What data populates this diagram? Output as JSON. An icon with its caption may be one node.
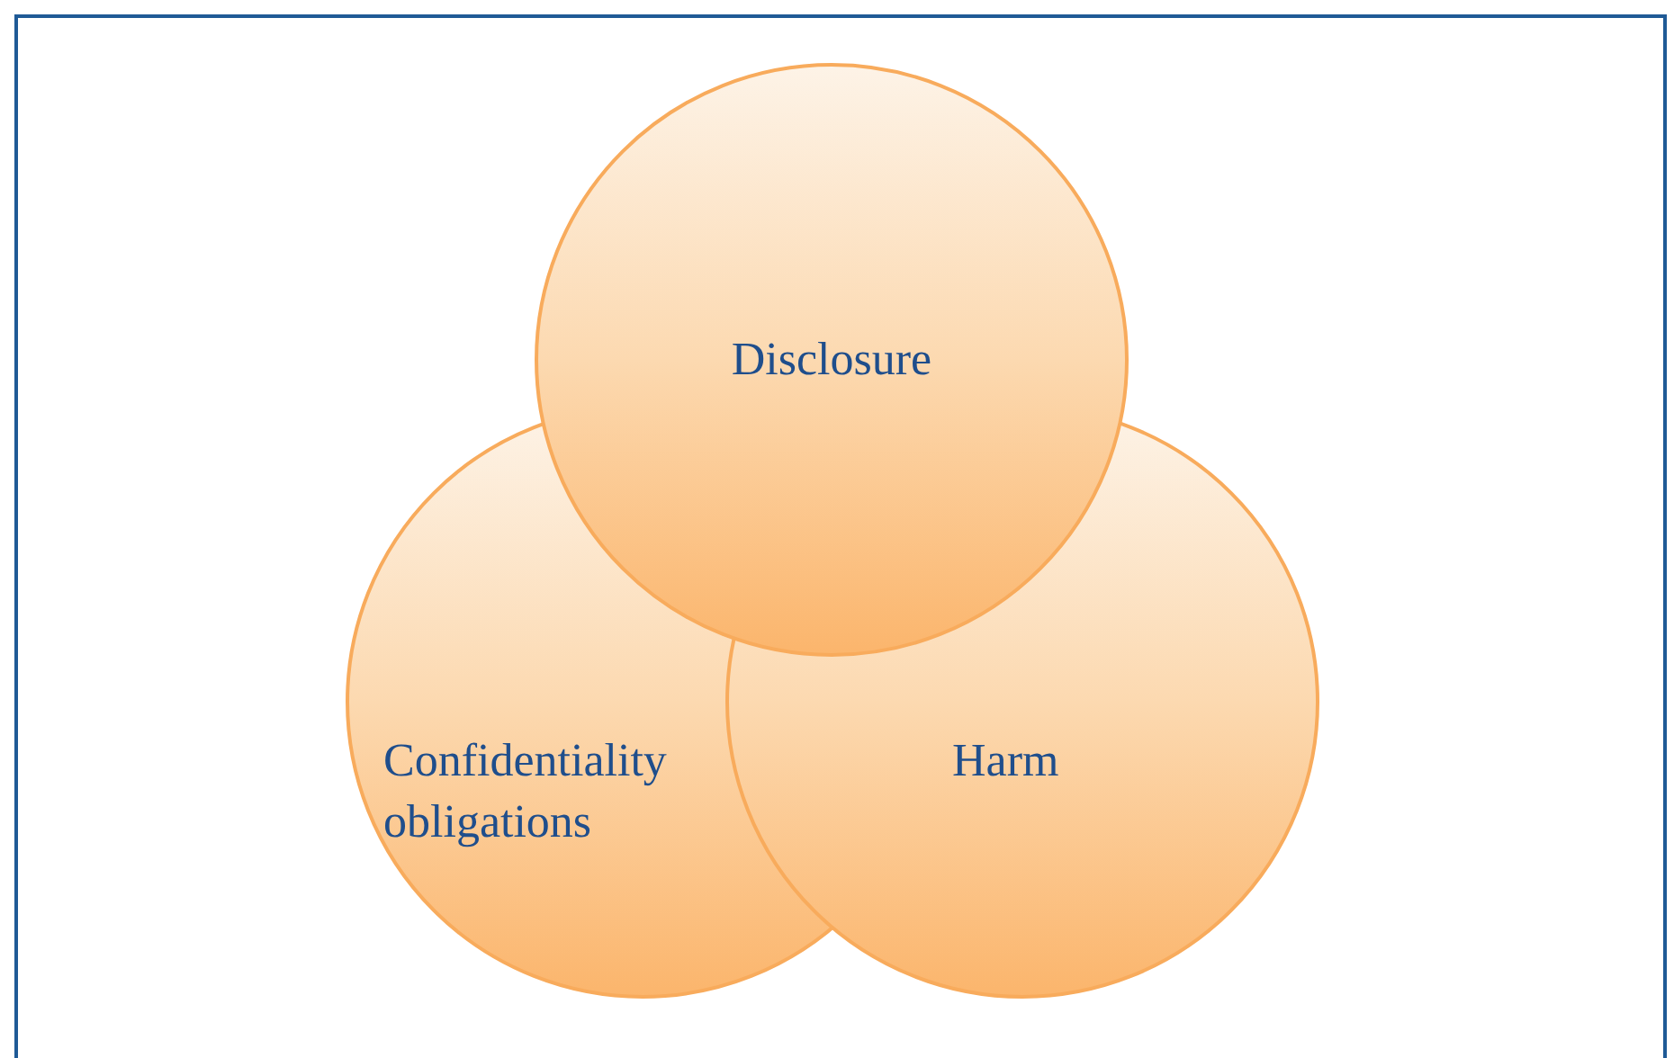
{
  "diagram": {
    "nodes": [
      {
        "text": [
          "Disclosure"
        ]
      },
      {
        "text": [
          "Confidentiality obligations"
        ]
      },
      {
        "text": [
          "Harm"
        ]
      }
    ]
  }
}
